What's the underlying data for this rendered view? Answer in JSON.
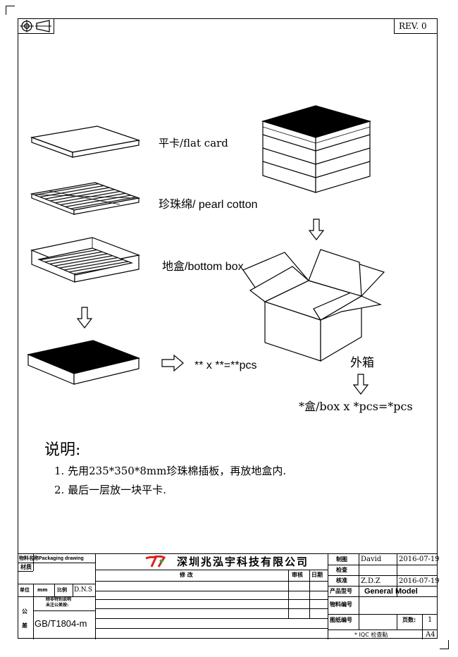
{
  "header": {
    "revision": "REV. 0"
  },
  "labels": {
    "flat_card": "平卡/flat card",
    "pearl_cotton": "珍珠绵/ pearl cotton",
    "bottom_box": "地盒/bottom box",
    "outer_box": "外箱",
    "calc_inner": "** x **=**pcs",
    "calc_outer": "*盒/box x *pcs=*pcs"
  },
  "notes": {
    "title": "说明:",
    "items": [
      "1.  先用235*350*8mm珍珠棉插板，再放地盒内.",
      "2.  最后一层放一块平卡."
    ]
  },
  "title_block": {
    "material_name_label": "物料名称",
    "material_name": "Packaging drawing",
    "material_label": "材质",
    "unit_label": "单位",
    "unit_value": "mm",
    "scale_label": "比例",
    "scale_value": "D.N.S",
    "tolerance_note_1": "除非特别说明",
    "tolerance_note_2": "未注公差按:",
    "tolerance_label_1": "公",
    "tolerance_label_2": "差",
    "standard": "GB/T1804-m",
    "company": "深圳兆泓宇科技有限公司",
    "revise_label": "修   改",
    "audit_label": "审核",
    "date_label": "日期",
    "drawn_label": "制图",
    "drawn_by": "David",
    "drawn_date": "2016-07-19",
    "check_label": "检查",
    "approve_label": "核准",
    "approved_by": "Z.D.Z",
    "approved_date": "2016-07-19",
    "model_label": "产品型号",
    "model_value": "General Model",
    "part_no_label": "物料编号",
    "drawing_no_label": "图纸编号",
    "pages_label": "页数:",
    "pages_value": "1",
    "iqc_label": "* IQC 检查點",
    "sheet_size": "A4"
  },
  "colors": {
    "ink": "#000000",
    "paper": "#ffffff",
    "logo_red": "#e0201b",
    "logo_green": "#3aa648"
  }
}
